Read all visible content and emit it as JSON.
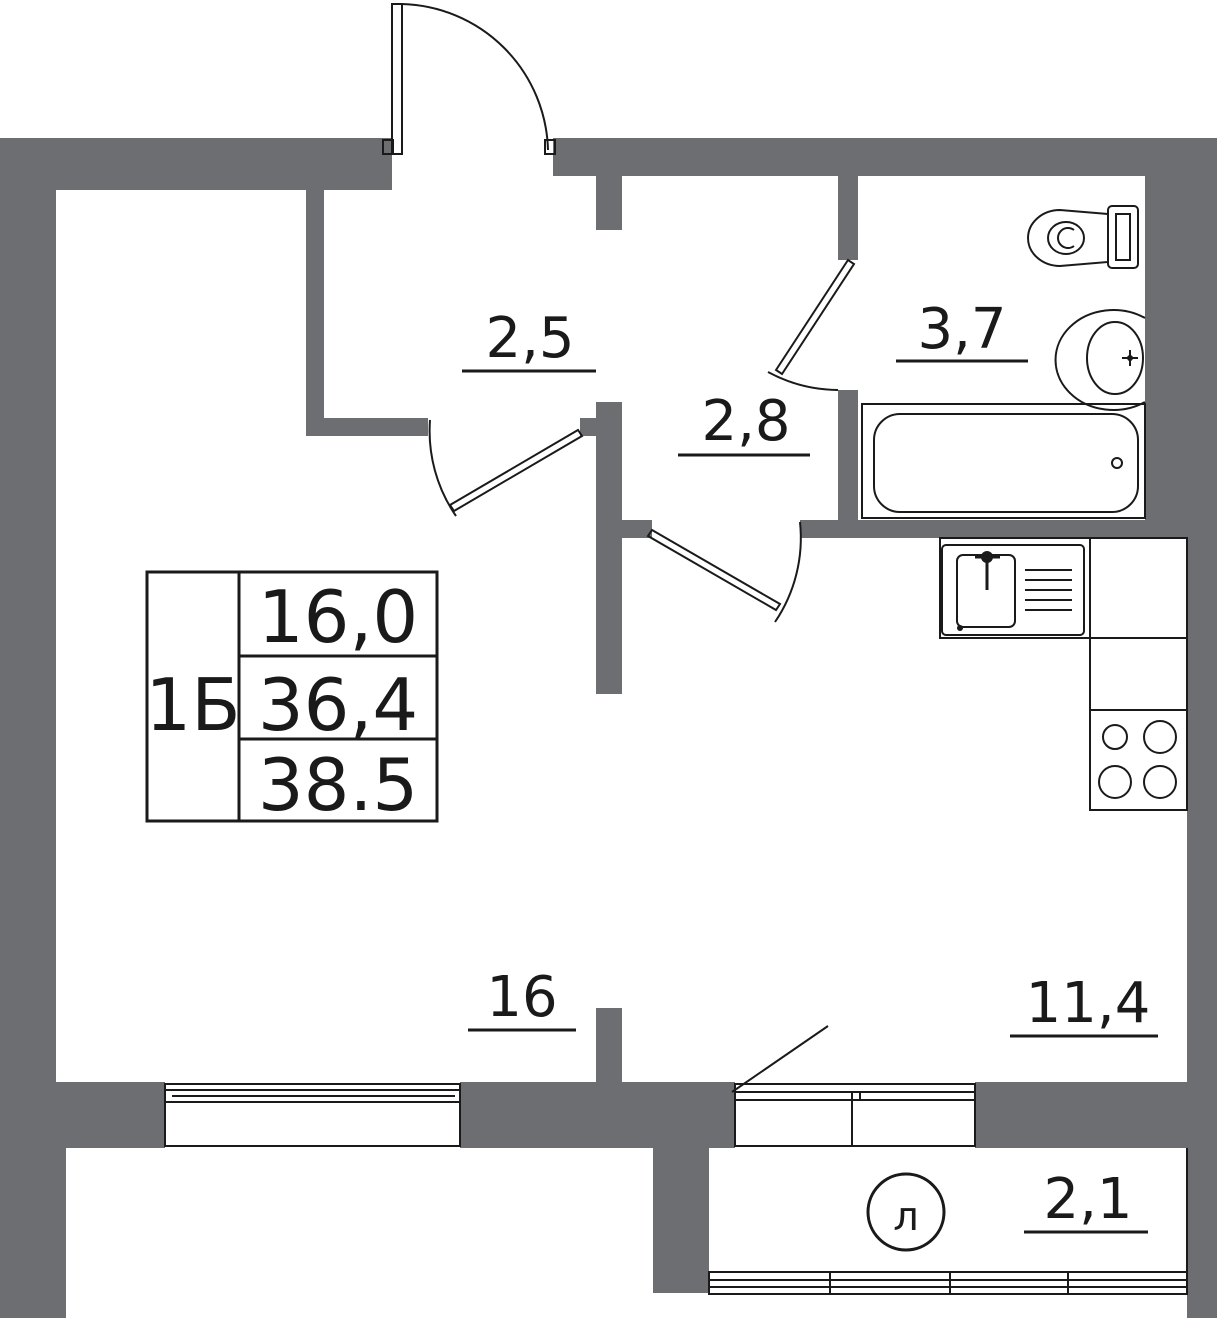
{
  "rooms": {
    "corridor_area": "2,5",
    "hall_area": "2,8",
    "bathroom_area": "3,7",
    "living_room_area": "16",
    "kitchen_area": "11,4",
    "loggia_area": "2,1",
    "loggia_marker": "л"
  },
  "summary": {
    "apartment_type": "1Б",
    "living_area": "16,0",
    "total_area": "36,4",
    "total_with_loggia": "38.5"
  },
  "colors": {
    "wall": "#6d6e71",
    "line": "#1a1a1a",
    "background": "#ffffff"
  }
}
